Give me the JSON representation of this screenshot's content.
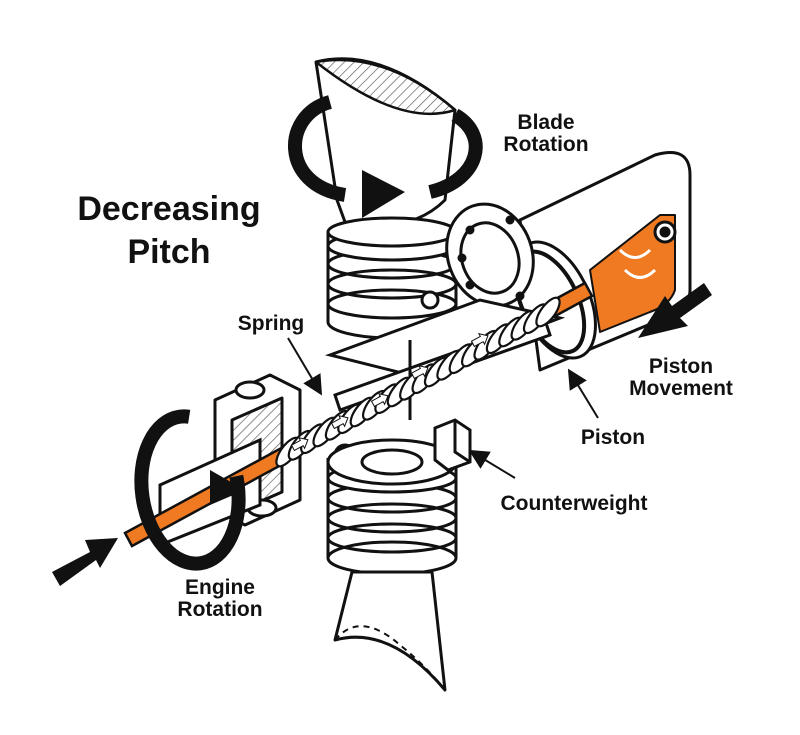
{
  "title": {
    "line1": "Decreasing",
    "line2": "Pitch"
  },
  "labels": {
    "blade_rotation": {
      "line1": "Blade",
      "line2": "Rotation"
    },
    "spring": "Spring",
    "piston_movement": {
      "line1": "Piston",
      "line2": "Movement"
    },
    "piston": "Piston",
    "counterweight": "Counterweight",
    "engine_rotation": {
      "line1": "Engine",
      "line2": "Rotation"
    }
  },
  "colors": {
    "accent_orange": "#f07a22",
    "outline": "#111111",
    "background": "#ffffff",
    "hatch": "#555555"
  }
}
